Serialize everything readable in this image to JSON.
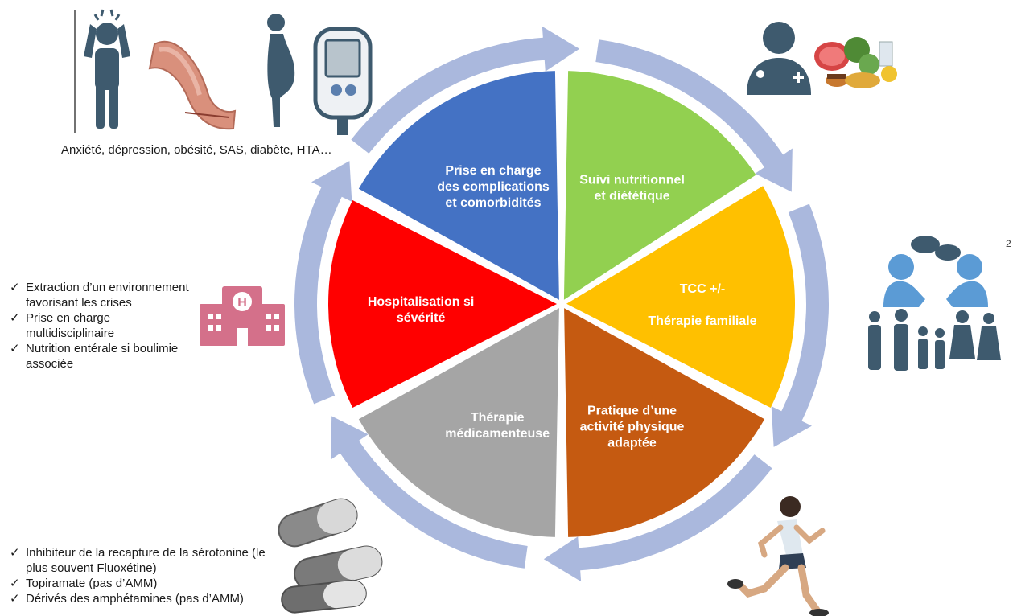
{
  "colors": {
    "ring": "#aab8dd",
    "complications": "#4472c4",
    "nutrition": "#92d050",
    "tcc": "#ffc000",
    "activity": "#c55a11",
    "medication": "#a5a5a5",
    "hospital": "#ff0000",
    "icon_slate": "#3e5a6e",
    "icon_blue": "#5b9bd5",
    "hospital_icon": "#d4708a"
  },
  "segments": [
    {
      "id": "complications",
      "lines": [
        "Prise en charge",
        "des complications",
        "et comorbidités"
      ]
    },
    {
      "id": "nutrition",
      "lines": [
        "Suivi nutritionnel",
        "et diététique"
      ]
    },
    {
      "id": "tcc",
      "lines": [
        "TCC +/-",
        "",
        "Thérapie familiale"
      ]
    },
    {
      "id": "activity",
      "lines": [
        "Pratique d’une",
        "activité physique",
        "adaptée"
      ]
    },
    {
      "id": "medication",
      "lines": [
        "Thérapie",
        "médicamenteuse"
      ]
    },
    {
      "id": "hospital",
      "lines": [
        "Hospitalisation si",
        "sévérité"
      ]
    }
  ],
  "comorbidities_caption": "Anxiété, dépression, obésité, SAS, diabète, HTA…",
  "hospital_notes": [
    "Extraction d’un environnement favorisant les crises",
    "Prise en charge multidisciplinaire",
    "Nutrition entérale si boulimie associée"
  ],
  "medication_notes": [
    "Inhibiteur de la recapture de la sérotonine (le plus souvent Fluoxétine)",
    "Topiramate  (pas d’AMM)",
    "Dérivés des amphétamines (pas d’AMM)"
  ],
  "icons": {
    "top_left": [
      "stressed-person-icon",
      "intestine-icon",
      "pregnant-silhouette-icon",
      "glucometer-icon"
    ],
    "top_right": [
      "doctor-icon",
      "food-basket-icon"
    ],
    "right": [
      "conversation-icon",
      "family-icon"
    ],
    "left": "hospital-building-icon",
    "bottom_left": "capsules-icon",
    "bottom_right": "runner-icon"
  },
  "side_mark": "2"
}
